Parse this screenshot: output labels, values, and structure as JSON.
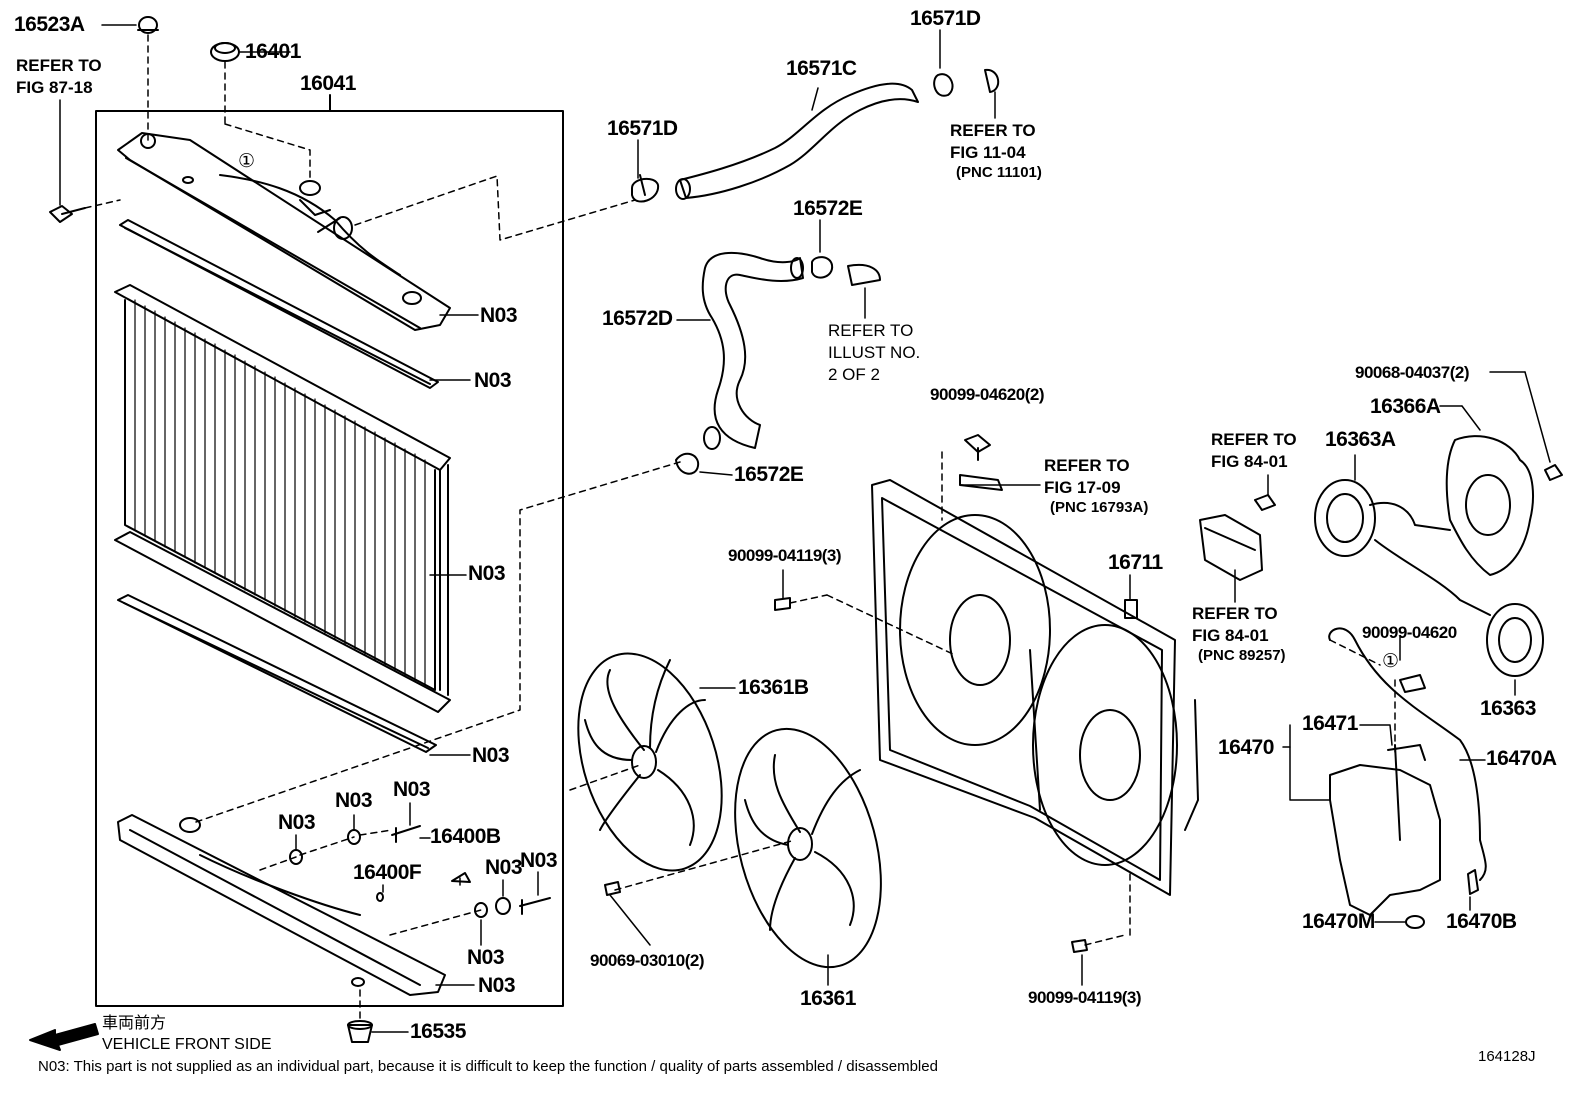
{
  "diagram_id": "164128J",
  "callouts": {
    "p16523A": "16523A",
    "p16401": "16401",
    "p16041": "16041",
    "p16571D_a": "16571D",
    "p16571C": "16571C",
    "p16571D_b": "16571D",
    "p16572E_a": "16572E",
    "p16572D": "16572D",
    "p16572E_b": "16572E",
    "p16361B": "16361B",
    "p16361": "16361",
    "p16711": "16711",
    "p16400B": "16400B",
    "p16400F": "16400F",
    "p16535": "16535",
    "p16366A": "16366A",
    "p16363A": "16363A",
    "p16363": "16363",
    "p16470": "16470",
    "p16471": "16471",
    "p16470A": "16470A",
    "p16470M": "16470M",
    "p16470B": "16470B",
    "n03": "N03",
    "b90099_04620_2": "90099-04620(2)",
    "b90099_04119_3a": "90099-04119(3)",
    "b90099_04119_3b": "90099-04119(3)",
    "b90069_03010_2": "90069-03010(2)",
    "b90068_04037_2": "90068-04037(2)",
    "b90099_04620": "90099-04620"
  },
  "refs": {
    "r87_18": [
      "REFER TO",
      "FIG 87-18"
    ],
    "r11_04": [
      "REFER TO",
      "FIG 11-04",
      "(PNC 11101)"
    ],
    "r_illust": [
      "REFER TO",
      "ILLUST NO.",
      "2 OF 2"
    ],
    "r17_09": [
      "REFER TO",
      "FIG 17-09",
      "(PNC 16793A)"
    ],
    "r84_01a": [
      "REFER TO",
      "FIG 84-01"
    ],
    "r84_01b": [
      "REFER TO",
      "FIG 84-01",
      "(PNC 89257)"
    ]
  },
  "circled_one": "①",
  "direction": {
    "jp": "車両前方",
    "en": "VEHICLE FRONT SIDE"
  },
  "footnote": "N03: This part is not supplied as an individual part, because it is difficult to keep the function / quality of parts assembled / disassembled"
}
